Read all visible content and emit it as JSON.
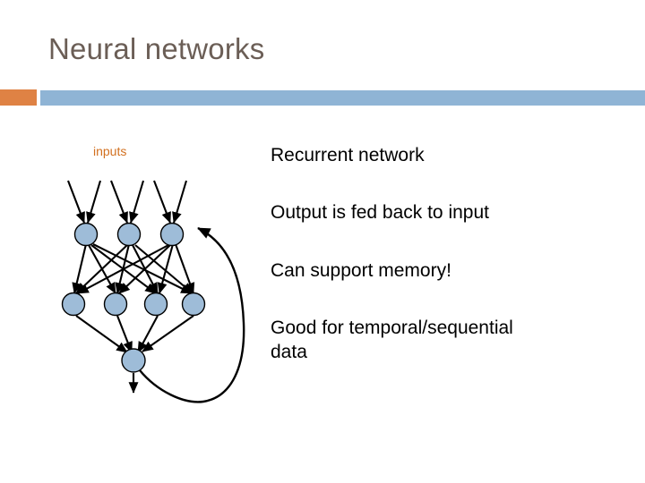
{
  "slide": {
    "title": "Neural networks",
    "accent_orange": "#df8244",
    "accent_blue": "#8fb4d5",
    "title_color": "#6b5e56",
    "node_fill": "#9ebcd8",
    "node_stroke": "#000000"
  },
  "diagram": {
    "caption": "inputs",
    "caption_color": "#d2701f",
    "layers": [
      {
        "name": "input-layer",
        "count": 3
      },
      {
        "name": "hidden-layer",
        "count": 4
      },
      {
        "name": "output-layer",
        "count": 1
      }
    ],
    "recurrent_loop": "output-fed-back-to-third-input"
  },
  "body": {
    "lines": [
      "Recurrent network",
      "Output is fed back to input",
      "Can support memory!",
      "Good for temporal/sequential\ndata"
    ]
  }
}
